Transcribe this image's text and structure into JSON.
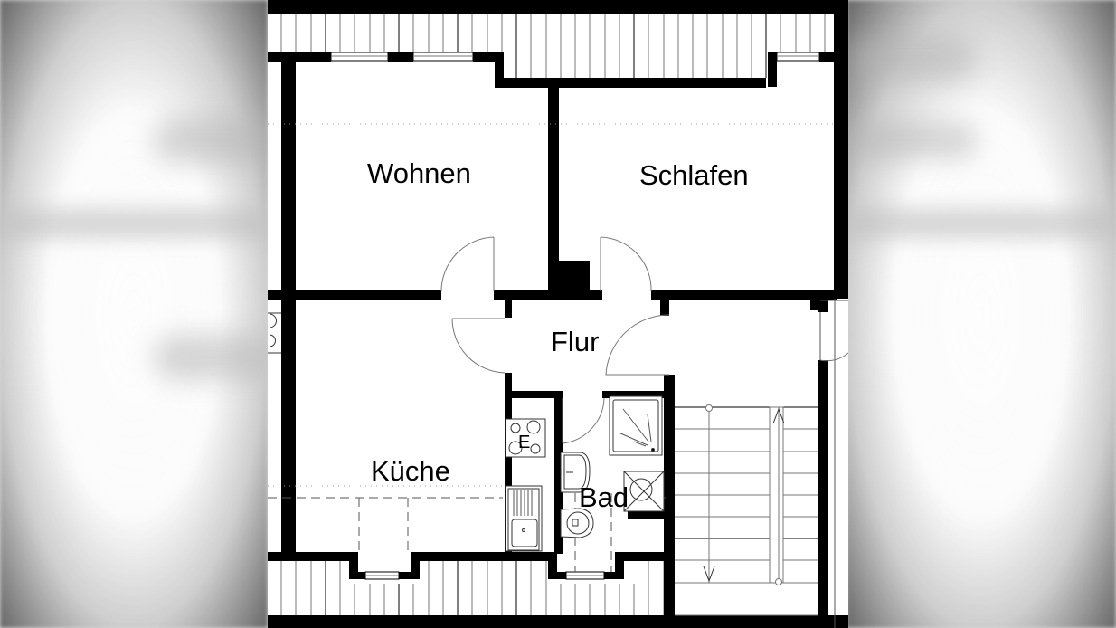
{
  "floorplan": {
    "rooms": [
      {
        "id": "wohnen",
        "label": "Wohnen"
      },
      {
        "id": "schlafen",
        "label": "Schlafen"
      },
      {
        "id": "flur",
        "label": "Flur"
      },
      {
        "id": "kueche",
        "label": "Küche"
      },
      {
        "id": "bad",
        "label": "Bad"
      }
    ],
    "fixtures": {
      "stove_label": "E"
    },
    "colors": {
      "wall": "#000000",
      "thin_line": "#777777",
      "background": "#ffffff",
      "surround": "#d8d8d8"
    },
    "staircase": {
      "up_arrow": "up-arrow",
      "down_arrow": "down-arrow"
    }
  }
}
